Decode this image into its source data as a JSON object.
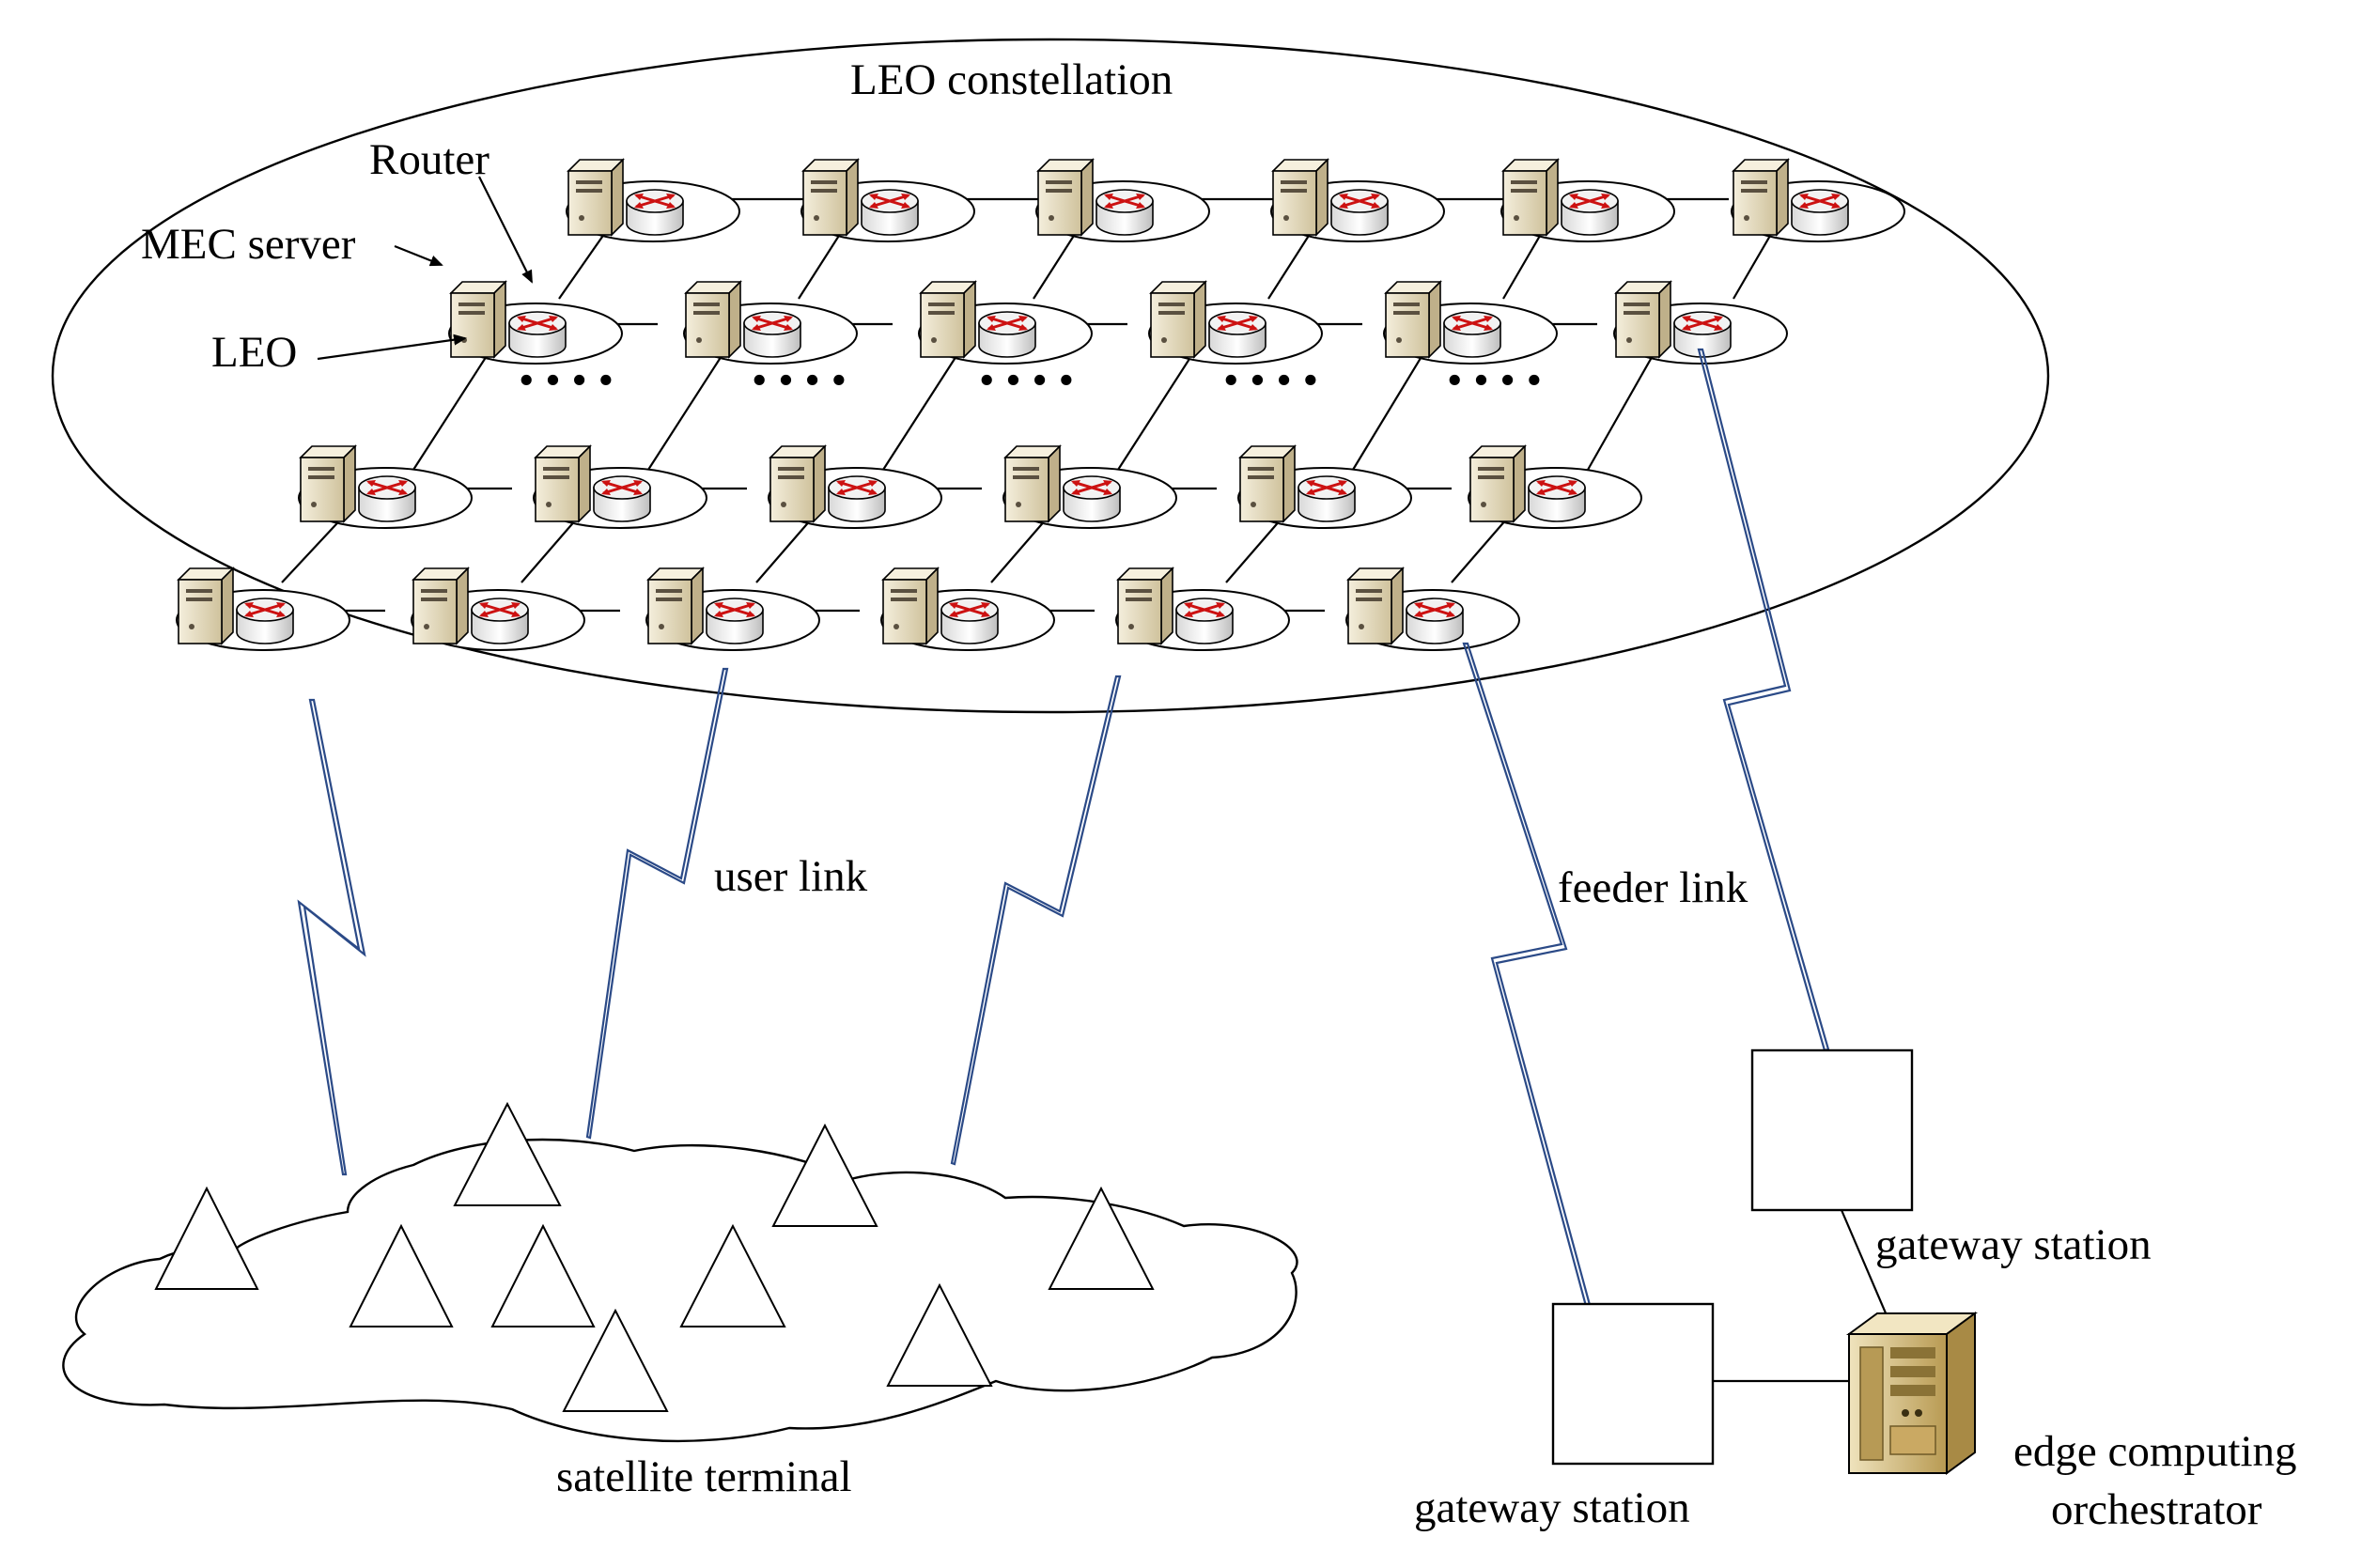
{
  "labels": {
    "constellation": "LEO constellation",
    "router": "Router",
    "mec_server": "MEC server",
    "leo": "LEO",
    "user_link": "user link",
    "feeder_link": "feeder link",
    "satellite_terminal": "satellite terminal",
    "gateway_station_top": "gateway station",
    "gateway_station_bottom": "gateway station",
    "orchestrator_line1": "edge computing",
    "orchestrator_line2": "orchestrator"
  },
  "ellipsis": "• • • •",
  "colors": {
    "link_bolt": "#2b4a87",
    "router_arrows": "#cc1111",
    "server_body": "#e9dfc4",
    "orchestrator_body": "#d9c28a"
  },
  "icons": {
    "satellite_node": "server-router-icon",
    "terminal": "triangle-icon",
    "gateway": "square-icon",
    "orchestrator": "server-tower-icon"
  }
}
